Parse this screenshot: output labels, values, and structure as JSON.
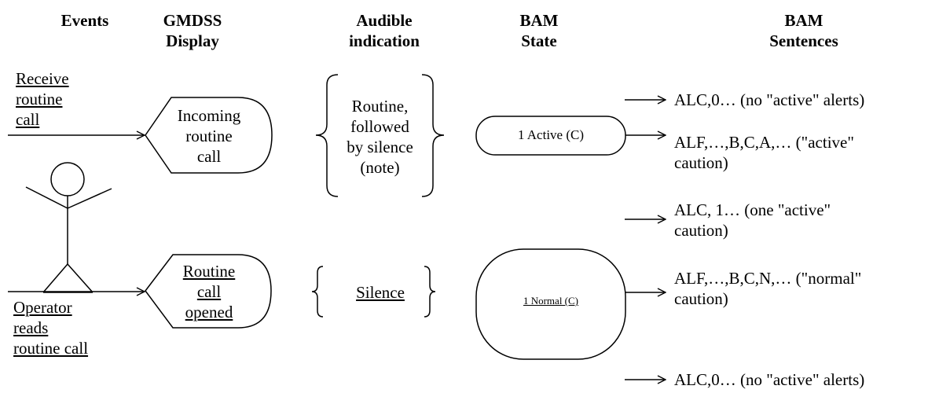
{
  "headers": {
    "events": "Events",
    "gmdss_display": [
      "GMDSS",
      "Display"
    ],
    "audible_indication": [
      "Audible",
      "indication"
    ],
    "bam_state": [
      "BAM",
      "State"
    ],
    "bam_sentences": [
      "BAM",
      "Sentences"
    ]
  },
  "events": {
    "receive_routine_call": [
      "Receive",
      "routine",
      "call"
    ],
    "operator_reads_routine_call": [
      "Operator",
      "reads",
      "routine call"
    ]
  },
  "displays": {
    "incoming_routine_call": [
      "Incoming",
      "routine",
      "call"
    ],
    "routine_call_opened": [
      "Routine",
      "call",
      "opened"
    ]
  },
  "audible": {
    "routine_followed_by_silence": [
      "Routine,",
      "followed",
      "by silence",
      "(note)"
    ],
    "silence": "Silence"
  },
  "states": {
    "active": "1 Active (C)",
    "normal": "1 Normal (C)"
  },
  "sentences": [
    [
      "ALC,0… (no \"active\" alerts)"
    ],
    [
      "ALF,…,B,C,A,… (\"active\"",
      "caution)"
    ],
    [
      "ALC, 1… (one \"active\"",
      "caution)"
    ],
    [
      "ALF,…,B,C,N,… (\"normal\"",
      "caution)"
    ],
    [
      "ALC,0… (no \"active\" alerts)"
    ]
  ]
}
